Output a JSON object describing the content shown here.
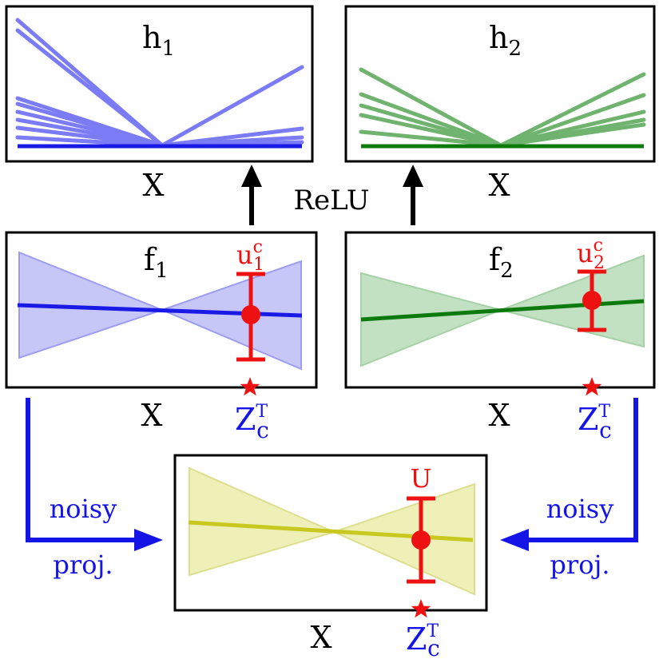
{
  "colors": {
    "h1_line": "#7b7bf5",
    "h1_base": "#1a1ae6",
    "h2_line": "#6fb36f",
    "h2_base": "#0d7a0d",
    "f1_fill": "#c6c6f7",
    "f1_line": "#1a1ae6",
    "f2_fill": "#c2e0c2",
    "f2_line": "#0d7a0d",
    "u_fill": "#eef0b8",
    "u_line": "#c8c820",
    "red": "#ee1111",
    "blue_text": "#1414e6",
    "arrow_black": "#000000",
    "arrow_blue": "#1414e6"
  },
  "panels": {
    "h1": {
      "label": "h",
      "sub": "1",
      "axis": "X"
    },
    "h2": {
      "label": "h",
      "sub": "2",
      "axis": "X"
    },
    "f1": {
      "label": "f",
      "sub": "1",
      "axis": "X",
      "u_label": "u",
      "u_sup": "c",
      "u_sub": "1",
      "z_label": "Z",
      "z_sup": "T",
      "z_sub": "c"
    },
    "f2": {
      "label": "f",
      "sub": "2",
      "axis": "X",
      "u_label": "u",
      "u_sup": "c",
      "u_sub": "2",
      "z_label": "Z",
      "z_sup": "T",
      "z_sub": "c"
    },
    "u": {
      "axis": "X",
      "u_label": "U",
      "z_label": "Z",
      "z_sup": "T",
      "z_sub": "c"
    }
  },
  "arrows": {
    "relu": "ReLU",
    "noisy_left_1": "noisy",
    "noisy_left_2": "proj.",
    "noisy_right_1": "noisy",
    "noisy_right_2": "proj."
  },
  "icons": {
    "star": "star-icon",
    "up_arrow": "arrow-up-icon",
    "projection_arrow": "arrow-right-icon"
  }
}
